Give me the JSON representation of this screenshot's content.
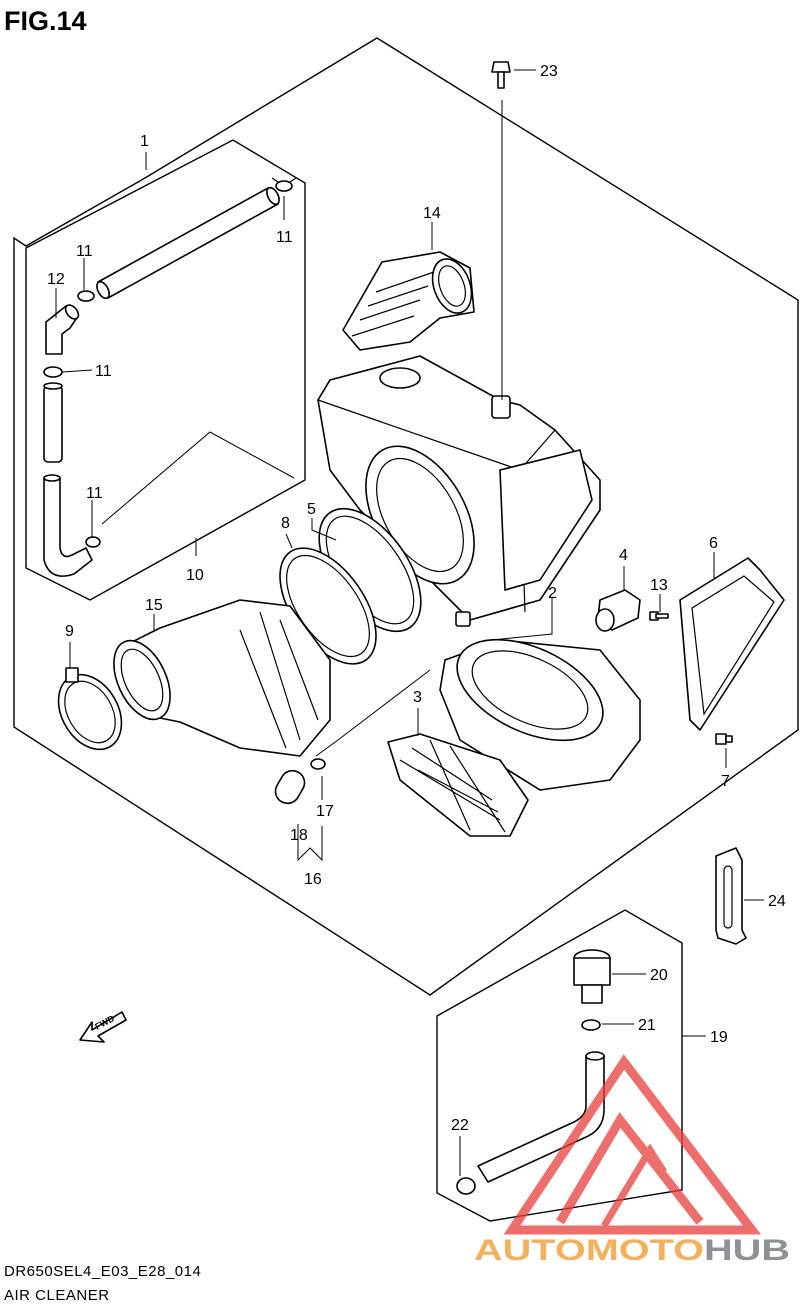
{
  "figure": {
    "title": "FIG.14"
  },
  "callouts": {
    "c1": "1",
    "c2": "2",
    "c3": "3",
    "c4": "4",
    "c5": "5",
    "c6": "6",
    "c7": "7",
    "c8": "8",
    "c9": "9",
    "c10": "10",
    "c11a": "11",
    "c11b": "11",
    "c11c": "11",
    "c11d": "11",
    "c12": "12",
    "c13": "13",
    "c14": "14",
    "c15": "15",
    "c16": "16",
    "c17": "17",
    "c18": "18",
    "c19": "19",
    "c20": "20",
    "c21": "21",
    "c22": "22",
    "c23": "23",
    "c24": "24"
  },
  "fwd_label": "FWD",
  "footer": {
    "code": "DR650SEL4_E03_E28_014",
    "title": "AIR CLEANER"
  },
  "watermark": {
    "text": "AUTOMOTOHUB",
    "color_primary": "#f4a340",
    "color_secondary": "#7a7f86",
    "color_logo": "#e8403a"
  }
}
